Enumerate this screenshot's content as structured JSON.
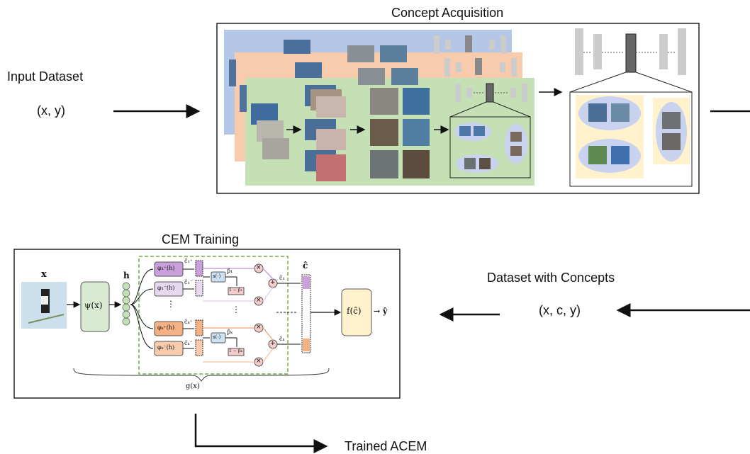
{
  "labels": {
    "concept_acquisition": "Concept Acquisition",
    "input_dataset": "Input Dataset",
    "input_pair": "(x, y)",
    "cem_training": "CEM Training",
    "dataset_with_concepts": "Dataset with Concepts",
    "concept_triple": "(x, c, y)",
    "trained_acem": "Trained ACEM"
  },
  "cem": {
    "x": "x",
    "psi": "ψ(x)",
    "h": "h",
    "c_hat": "ĉ",
    "f": "f(ĉ)",
    "y_hat": "→ ŷ",
    "g": "g(x)",
    "phi1p": "φ₁⁺(h)",
    "phi1m": "φ₁⁻(h)",
    "phikp": "φₖ⁺(h)",
    "phikm": "φₖ⁻(h)",
    "c1p": "ĉ₁⁺",
    "c1m": "ĉ₁⁻",
    "ckp": "ĉₖ⁺",
    "ckm": "ĉₖ⁻",
    "s": "s(·)",
    "p1": "p̂₁",
    "pk": "p̂ₖ",
    "one_minus_p1": "1 − p̂₁",
    "one_minus_pk": "1 − p̂ₖ",
    "c1": "ĉ₁",
    "ck": "ĉₖ",
    "times": "×",
    "plus": "+",
    "dots_v": "⋮"
  },
  "colors": {
    "layer_blue": "#b4c7e7",
    "layer_orange": "#f8cbad",
    "layer_green": "#c5e0b4",
    "cluster_yellow": "#fff2cc",
    "cluster_lavender": "#c9d3ef",
    "purple": "#c9a0dc",
    "orange": "#f4b183",
    "green_dashed": "#70ad47",
    "psi_green": "#d9ead3",
    "f_yellow": "#fff2cc"
  }
}
